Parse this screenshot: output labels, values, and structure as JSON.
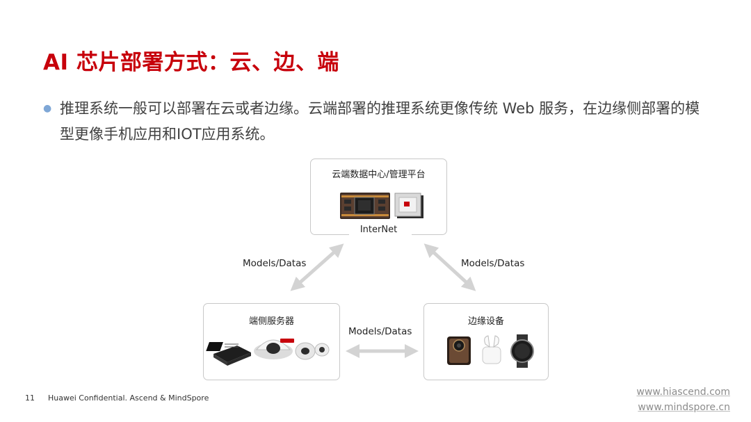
{
  "slide": {
    "title": "AI 芯片部署方式：云、边、端",
    "bullet": "推理系统一般可以部署在云或者边缘。云端部署的推理系统更像传统 Web 服务，在边缘侧部署的模型更像手机应用和IOT应用系统。"
  },
  "diagram": {
    "cloud_title": "云端数据中心/管理平台",
    "internet_label": "InterNet",
    "edge_server_title": "端侧服务器",
    "edge_device_title": "边缘设备",
    "link_left": "Models/Datas",
    "link_right": "Models/Datas",
    "link_bottom": "Models/Datas"
  },
  "footer": {
    "page_number": "11",
    "confidential": "Huawei Confidential. Ascend & MindSpore",
    "url_1": "www.hiascend.com",
    "url_2": "www.mindspore.cn"
  },
  "colors": {
    "title_red": "#c7000b",
    "arrow_gray": "#d3d3d3",
    "bullet_blue": "#7fa7d6"
  }
}
